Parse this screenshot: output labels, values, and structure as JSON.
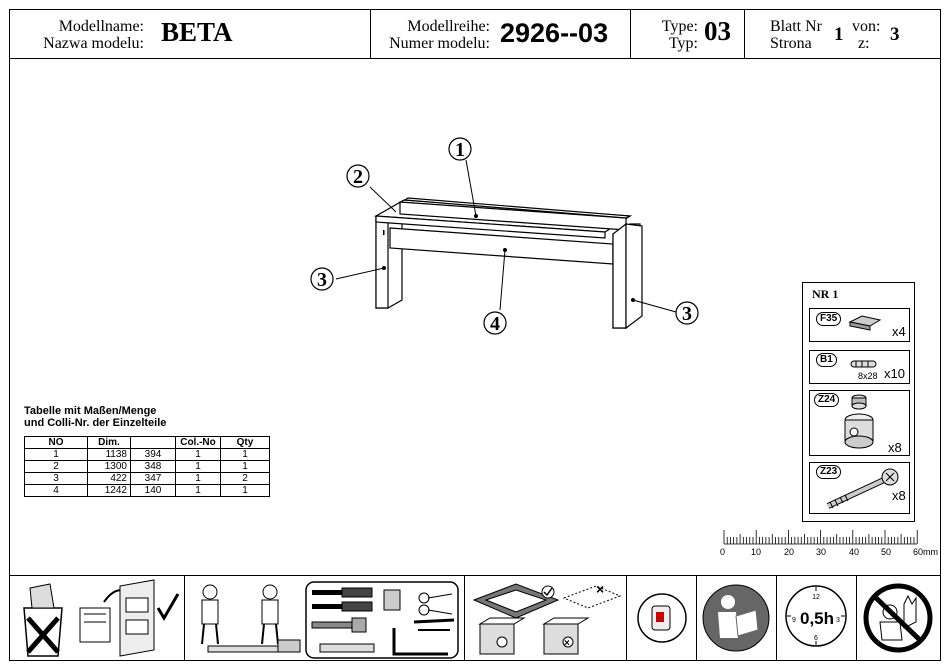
{
  "header": {
    "model_name_label_1": "Modellname:",
    "model_name_label_2": "Nazwa modelu:",
    "model_name": "BETA",
    "series_label_1": "Modellreihe:",
    "series_label_2": "Numer modelu:",
    "series": "2926--03",
    "type_label_1": "Type:",
    "type_label_2": "Typ:",
    "type": "03",
    "sheet_label_1": "Blatt Nr",
    "sheet_label_2": "Strona",
    "sheet": "1",
    "of_label_1": "von:",
    "of_label_2": "z:",
    "of_total": "3"
  },
  "drawing": {
    "callouts": [
      "1",
      "2",
      "3",
      "4",
      "3"
    ]
  },
  "parts_table": {
    "title_1": "Tabelle mit Maßen/Menge",
    "title_2": "und Colli-Nr. der Einzelteile",
    "headers": [
      "NO",
      "Dim.",
      "",
      "Col.-No",
      "Qty"
    ],
    "rows": [
      [
        "1",
        "1138",
        "394",
        "1",
        "1"
      ],
      [
        "2",
        "1300",
        "348",
        "1",
        "1"
      ],
      [
        "3",
        "422",
        "347",
        "1",
        "2"
      ],
      [
        "4",
        "1242",
        "140",
        "1",
        "1"
      ]
    ]
  },
  "hardware": {
    "title": "NR 1",
    "items": [
      {
        "code": "F35",
        "qty": "x4",
        "size": ""
      },
      {
        "code": "B1",
        "qty": "x10",
        "size": "8x28"
      },
      {
        "code": "Z24",
        "qty": "x8",
        "size": ""
      },
      {
        "code": "Z23",
        "qty": "x8",
        "size": ""
      }
    ]
  },
  "scale": {
    "labels": [
      "0",
      "10",
      "20",
      "30",
      "40",
      "50",
      "60mm"
    ]
  },
  "footer": {
    "time_value": "0,5h",
    "clock_numbers": [
      "12",
      "3",
      "6",
      "9"
    ]
  }
}
